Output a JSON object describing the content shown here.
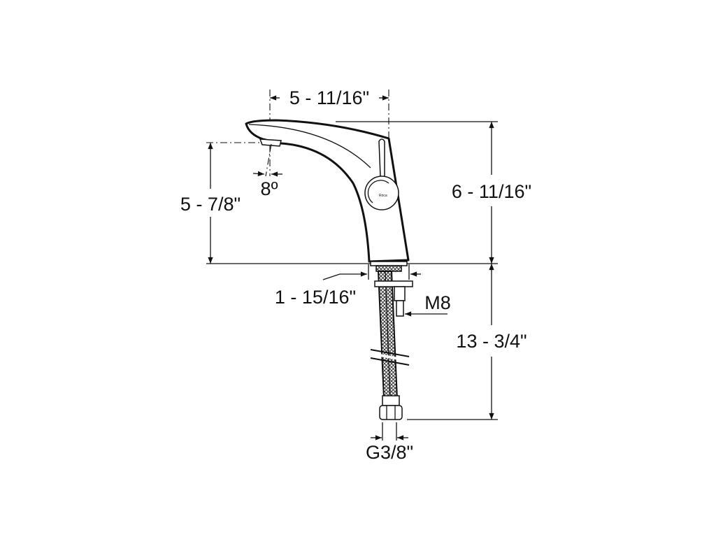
{
  "drawing": {
    "logo_text": "Roca",
    "dimensions": {
      "spout_reach": "5 - 11/16\"",
      "total_height": "6 - 11/16\"",
      "spout_height": "5 - 7/8\"",
      "spout_angle": "8º",
      "base_diameter": "1 - 15/16\"",
      "fixing_thread": "M8",
      "hose_length": "13 - 3/4\"",
      "hose_connection": "G3/8\""
    }
  }
}
